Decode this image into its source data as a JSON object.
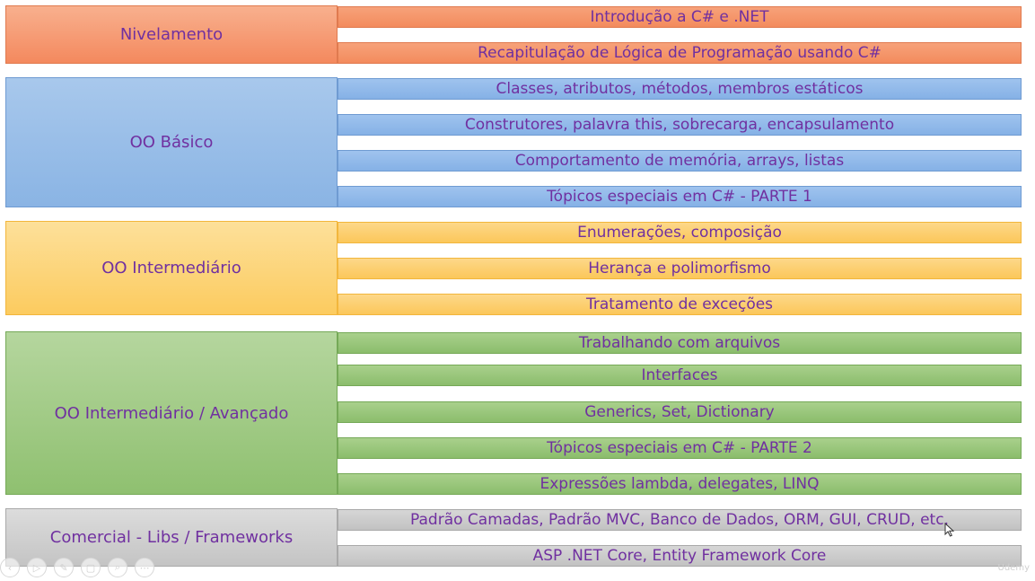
{
  "groups": [
    {
      "id": "nivelamento",
      "label": "Nivelamento",
      "theme": "orange",
      "topics": [
        "Introdução a C# e .NET",
        "Recapitulação de Lógica de Programação usando C#"
      ]
    },
    {
      "id": "oo-basico",
      "label": "OO Básico",
      "theme": "blue",
      "topics": [
        "Classes, atributos, métodos, membros estáticos",
        "Construtores, palavra this, sobrecarga, encapsulamento",
        "Comportamento de memória, arrays, listas",
        "Tópicos especiais em C# - PARTE 1"
      ]
    },
    {
      "id": "oo-intermediario",
      "label": "OO Intermediário",
      "theme": "yellow",
      "topics": [
        "Enumerações, composição",
        "Herança e polimorfismo",
        "Tratamento de exceções"
      ]
    },
    {
      "id": "oo-intermediario-avancado",
      "label": "OO Intermediário / Avançado",
      "theme": "green",
      "topics": [
        "Trabalhando com arquivos",
        "Interfaces",
        "Generics, Set, Dictionary",
        "Tópicos especiais em C# - PARTE 2",
        "Expressões lambda, delegates, LINQ"
      ]
    },
    {
      "id": "comercial",
      "label": "Comercial - Libs / Frameworks",
      "theme": "gray",
      "topics": [
        "Padrão Camadas, Padrão MVC, Banco de Dados, ORM,  GUI, CRUD, etc.",
        "ASP .NET Core, Entity Framework Core"
      ]
    }
  ],
  "colors": {
    "text": "#7030a0"
  },
  "player": {
    "icons": [
      "back-icon",
      "play-icon",
      "pen-icon",
      "slides-icon",
      "zoom-icon",
      "more-icon"
    ],
    "glyphs": [
      "‹",
      "▷",
      "✎",
      "▢",
      "⌕",
      "⋯"
    ]
  },
  "watermark": "Udemy"
}
